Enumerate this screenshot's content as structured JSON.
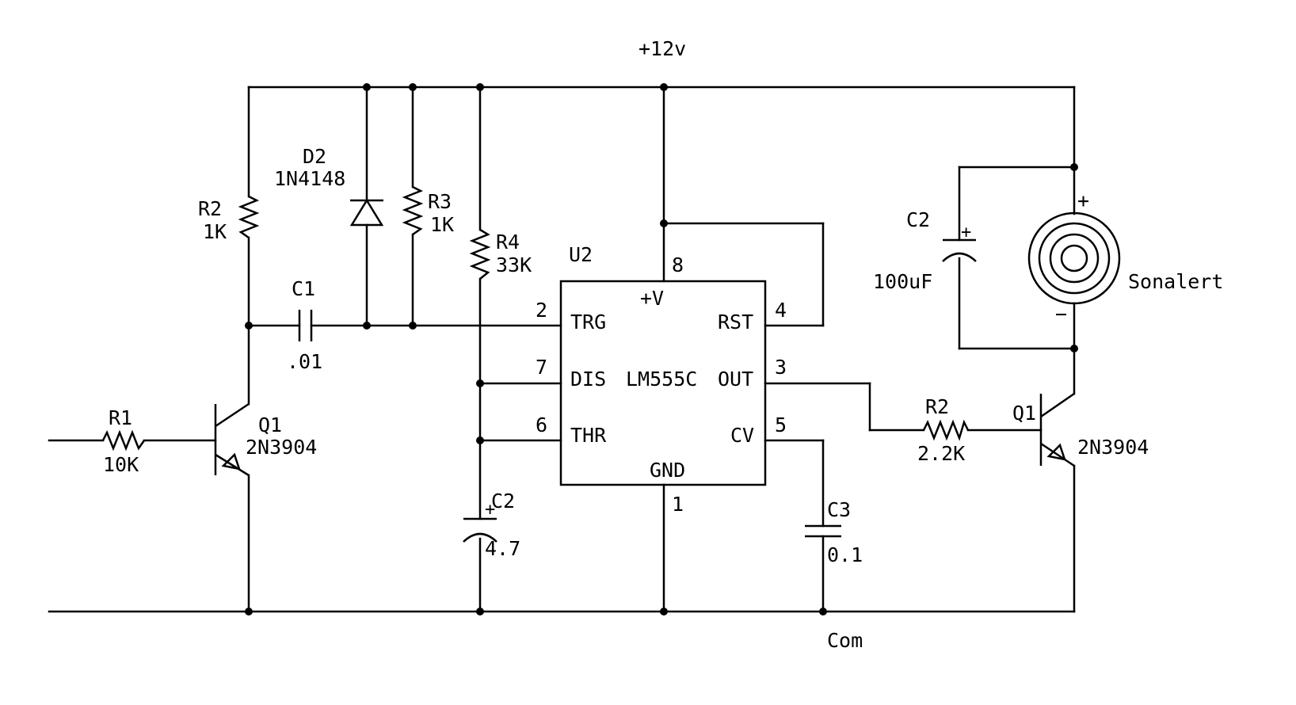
{
  "supply": {
    "label": "+12v"
  },
  "ground": {
    "label": "Com"
  },
  "components": {
    "r1": {
      "ref": "R1",
      "value": "10K"
    },
    "q1_left": {
      "ref": "Q1",
      "part": "2N3904"
    },
    "r2_left": {
      "ref": "R2",
      "value": "1K"
    },
    "c1": {
      "ref": "C1",
      "value": ".01"
    },
    "d2": {
      "ref": "D2",
      "part": "1N4148"
    },
    "r3": {
      "ref": "R3",
      "value": "1K"
    },
    "r4": {
      "ref": "R4",
      "value": "33K"
    },
    "c2_timing": {
      "ref": "C2",
      "value": "4.7",
      "polarity": "+"
    },
    "c3": {
      "ref": "C3",
      "value": "0.1"
    },
    "r2_right": {
      "ref": "R2",
      "value": "2.2K"
    },
    "q1_right": {
      "ref": "Q1",
      "part": "2N3904"
    },
    "c2_bulk": {
      "ref": "C2",
      "value": "100uF",
      "polarity": "+"
    },
    "sonalert": {
      "name": "Sonalert",
      "plus": "+",
      "minus": "−"
    }
  },
  "ic": {
    "ref": "U2",
    "part": "LM555C",
    "pins": {
      "vcc": {
        "num": "8",
        "name": "+V"
      },
      "trg": {
        "num": "2",
        "name": "TRG"
      },
      "dis": {
        "num": "7",
        "name": "DIS"
      },
      "thr": {
        "num": "6",
        "name": "THR"
      },
      "rst": {
        "num": "4",
        "name": "RST"
      },
      "out": {
        "num": "3",
        "name": "OUT"
      },
      "cv": {
        "num": "5",
        "name": "CV"
      },
      "gnd": {
        "num": "1",
        "name": "GND"
      }
    }
  }
}
